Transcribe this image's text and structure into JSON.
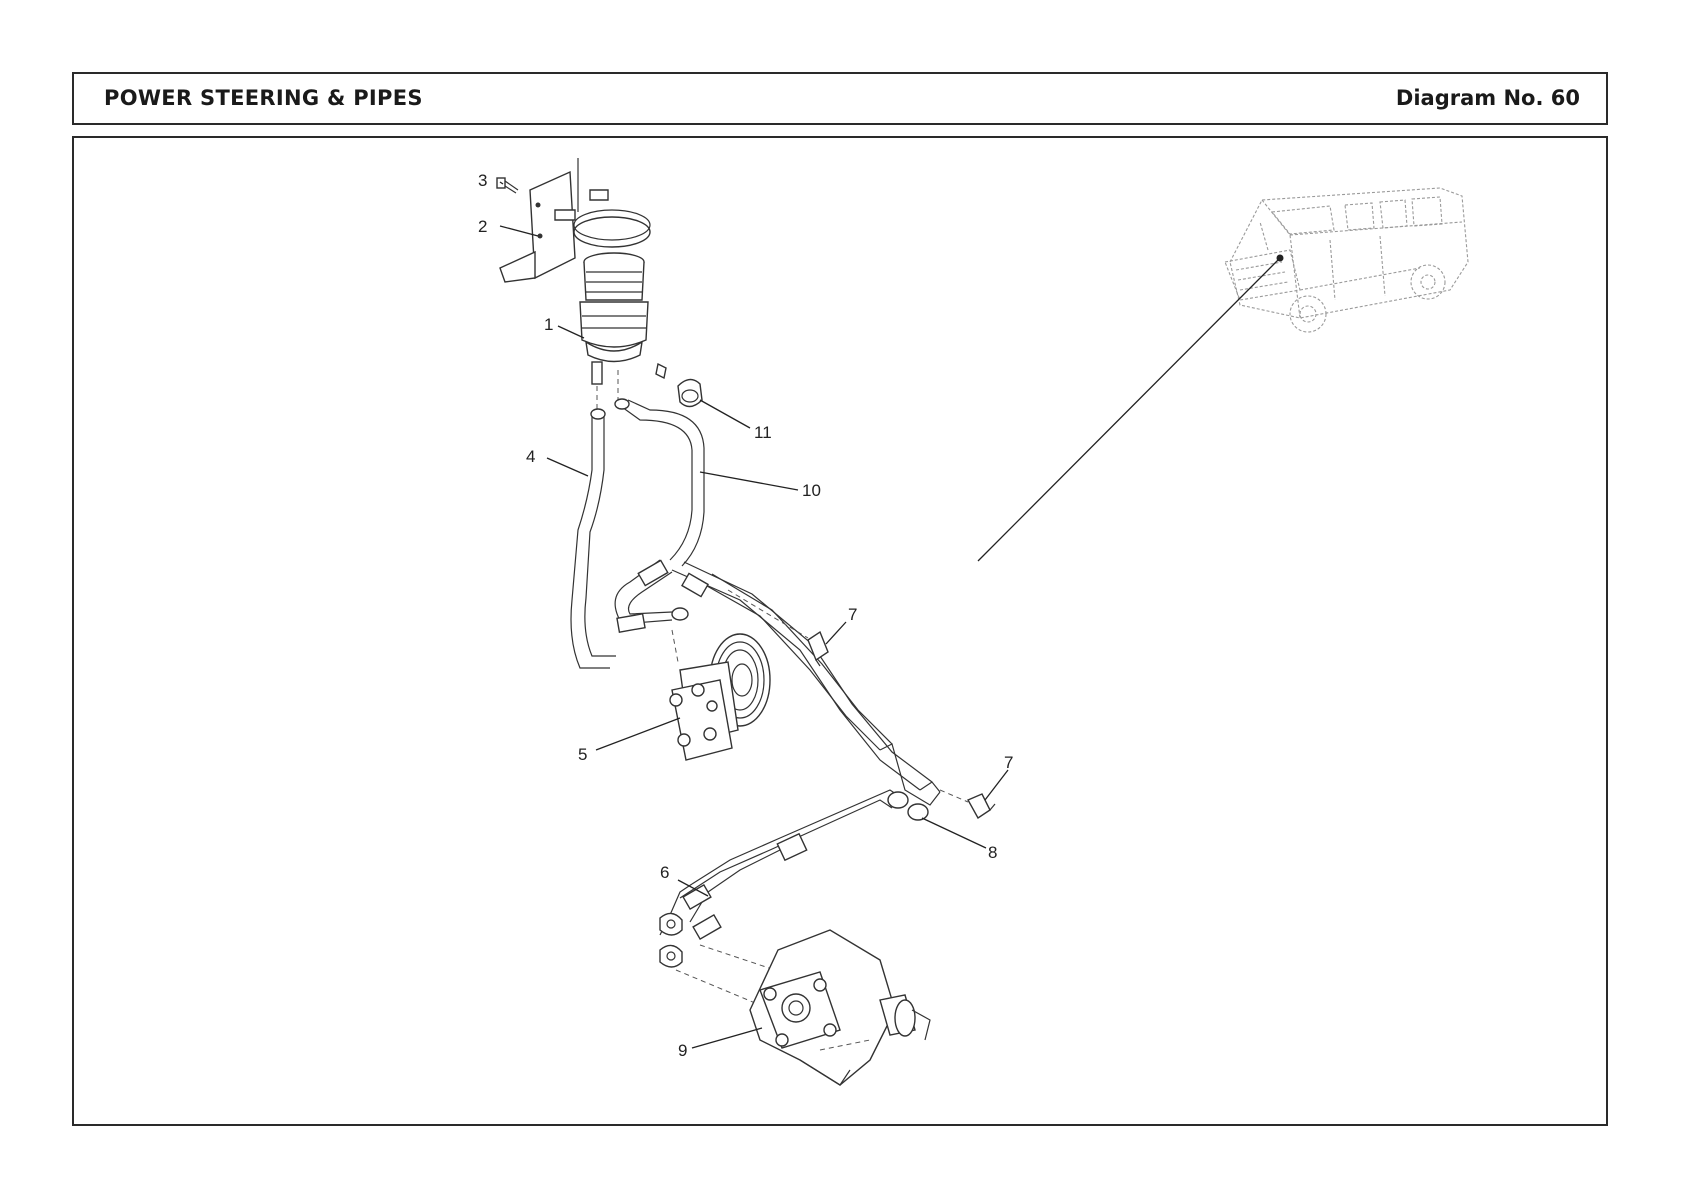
{
  "header": {
    "title": "POWER STEERING & PIPES",
    "diagram_number": "Diagram No. 60"
  },
  "callouts": [
    {
      "label": "1",
      "part": "reservoir"
    },
    {
      "label": "2",
      "part": "bracket"
    },
    {
      "label": "3",
      "part": "bolt"
    },
    {
      "label": "4",
      "part": "hose"
    },
    {
      "label": "5",
      "part": "pump"
    },
    {
      "label": "6",
      "part": "pipe"
    },
    {
      "label": "7",
      "part": "clip"
    },
    {
      "label": "7",
      "part": "clip"
    },
    {
      "label": "8",
      "part": "pipe"
    },
    {
      "label": "9",
      "part": "steering-box"
    },
    {
      "label": "10",
      "part": "hose"
    },
    {
      "label": "11",
      "part": "clamp"
    }
  ],
  "vehicle_inset": {
    "icon": "vehicle-outline-icon"
  },
  "colors": {
    "line": "#222222",
    "border": "#2a2a2a",
    "vehicle": "#9a9a9a"
  }
}
